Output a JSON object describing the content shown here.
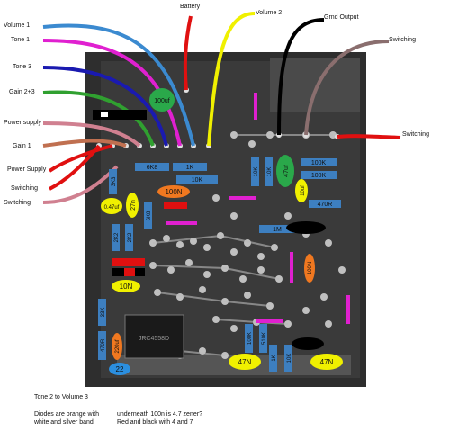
{
  "wire_labels": {
    "volume1": "Volume 1",
    "tone1": "Tone 1",
    "tone3": "Tone 3",
    "gain23": "Gain 2+3",
    "power_supply_1": "Power supply",
    "gain1": "Gain 1",
    "power_supply_2": "Power Supply",
    "switching_left_1": "Switching",
    "switching_left_2": "Switching",
    "battery": "Battery",
    "volume2": "Volume 2",
    "grnd_output": "Grnd Output",
    "switching_right_1": "Switching",
    "switching_right_2": "Switching"
  },
  "components": {
    "c100uf": "100uf",
    "r6k8_top": "6K8",
    "r1k_top": "1K",
    "r10k_top": "10K",
    "r3k3": "3K3",
    "c100n_top": "100N",
    "c047uf": "0.47uf",
    "c27n": "27n",
    "r6k8_mid": "6K8",
    "r2k2_a": "2K2",
    "r2k2_b": "2K2",
    "r10k_mid": "10K",
    "r10k_mid2": "10K",
    "c47uf": "47uf",
    "r100k_a": "100K",
    "r100k_b": "100K",
    "c10uf": "10uf",
    "r470r": "470R",
    "r1m": "1M",
    "c100n_right": "100N",
    "c10n": "10N",
    "r33k": "33K",
    "ic": "JRC4558D",
    "r470r_low": "470R",
    "c220uf": "220uf",
    "c22": "22",
    "r100k_low": "100K",
    "r510k": "510K",
    "r1k_low": "1K",
    "r10k_low": "10K",
    "c47n_a": "47N",
    "c47n_b": "47N"
  },
  "notes": {
    "tone_note": "Tone 2 to Volume 3",
    "diodes_note_line1": "Diodes are orange with",
    "diodes_note_line2": "white and silver band",
    "zener_note_line1": "underneath 100n is 4.7 zener?",
    "zener_note_line2": "Red and black with 4 and 7"
  },
  "colors": {
    "board": "#2e2e2e",
    "resistor": "#3d7fc0",
    "film_cap": "#e8e000",
    "ceramic_cap": "#2b8fe0",
    "electrolytic": "#2aa84a",
    "diode": "#f07820",
    "wire_blue": "#3b8ad0",
    "wire_magenta": "#e020d0",
    "wire_navy": "#1a1ab0",
    "wire_green": "#30a030",
    "wire_pink": "#d08090",
    "wire_brown": "#c07050",
    "wire_red": "#e01010",
    "wire_yellow": "#f0f000",
    "wire_black": "#000000",
    "wire_gray": "#8a6e6e"
  }
}
